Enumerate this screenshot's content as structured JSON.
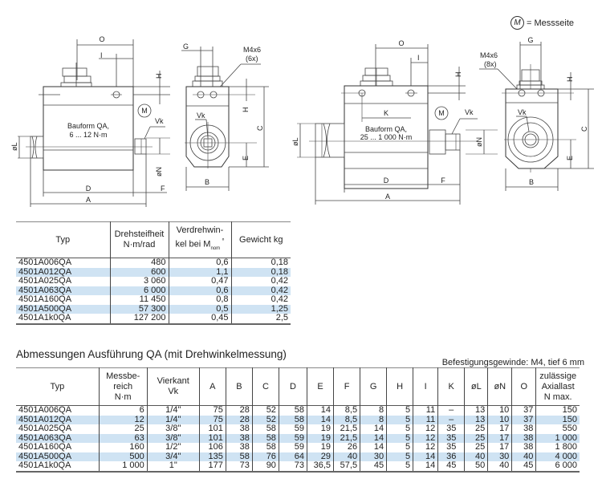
{
  "legend": {
    "symbol": "M",
    "text": "= Messseite"
  },
  "drawings": {
    "left": {
      "caption_line1": "Bauform QA,",
      "caption_line2": "6 ... 12 N·m",
      "dim_labels": {
        "O": "O",
        "I": "I",
        "H": "H",
        "M": "M",
        "Vk": "Vk",
        "oL": "øL",
        "oN": "øN",
        "D": "D",
        "F": "F",
        "A": "A"
      }
    },
    "left_side": {
      "dim_labels": {
        "G": "G",
        "thread": "M4x6",
        "thread_count": "(6x)",
        "H": "H",
        "Vk": "Vk",
        "C": "C",
        "E": "E",
        "B": "B"
      }
    },
    "right": {
      "caption_line1": "Bauform QA,",
      "caption_line2": "25 ... 1 000 N·m",
      "dim_labels": {
        "O": "O",
        "I": "I",
        "H": "H",
        "K": "K",
        "M": "M",
        "Vk": "Vk",
        "oL": "øL",
        "oN": "øN",
        "D": "D",
        "F": "F",
        "A": "A"
      }
    },
    "right_side": {
      "dim_labels": {
        "G": "G",
        "thread": "M4x6",
        "thread_count": "(8x)",
        "H": "H",
        "Vk": "Vk",
        "C": "C",
        "E": "E",
        "B": "B"
      }
    }
  },
  "table1": {
    "headers": [
      "Typ",
      "Drehsteifheit N·m/rad",
      "Verdrehwin-kel bei Mnom °",
      "Gewicht kg"
    ],
    "header_lines": {
      "typ": "Typ",
      "steif1": "Drehsteifheit",
      "steif2": "N·m/rad",
      "winkel1": "Verdrehwin-",
      "winkel2": "kel bei M",
      "winkel_sub": "nom",
      "winkel_unit": " °",
      "gewicht": "Gewicht kg"
    },
    "rows": [
      [
        "4501A006QA",
        "480",
        "0,6",
        "0,18"
      ],
      [
        "4501A012QA",
        "600",
        "1,1",
        "0,18"
      ],
      [
        "4501A025QA",
        "3 060",
        "0,47",
        "0,42"
      ],
      [
        "4501A063QA",
        "6 000",
        "0,6",
        "0,42"
      ],
      [
        "4501A160QA",
        "11 450",
        "0,8",
        "0,42"
      ],
      [
        "4501A500QA",
        "57 300",
        "0,5",
        "1,25"
      ],
      [
        "4501A1k0QA",
        "127 200",
        "0,45",
        "2,5"
      ]
    ]
  },
  "section_title": "Abmessungen Ausführung QA (mit Drehwinkelmessung)",
  "mounting_note": "Befestigungsgewinde: M4, tief 6 mm",
  "table2": {
    "header_lines": {
      "typ": "Typ",
      "mess1": "Messbe-",
      "mess2": "reich",
      "mess3": "N·m",
      "vk1": "Vierkant",
      "vk2": "Vk",
      "A": "A",
      "B": "B",
      "C": "C",
      "D": "D",
      "E": "E",
      "F": "F",
      "G": "G",
      "H": "H",
      "I": "I",
      "K": "K",
      "oL": "øL",
      "oN": "øN",
      "O": "O",
      "ax1": "zulässige",
      "ax2": "Axiallast",
      "ax3": "N max."
    },
    "rows": [
      [
        "4501A006QA",
        "6",
        "1/4\"",
        "75",
        "28",
        "52",
        "58",
        "14",
        "8,5",
        "8",
        "5",
        "11",
        "–",
        "13",
        "10",
        "37",
        "150"
      ],
      [
        "4501A012QA",
        "12",
        "1/4\"",
        "75",
        "28",
        "52",
        "58",
        "14",
        "8,5",
        "8",
        "5",
        "11",
        "–",
        "13",
        "10",
        "37",
        "150"
      ],
      [
        "4501A025QA",
        "25",
        "3/8\"",
        "101",
        "38",
        "58",
        "59",
        "19",
        "21,5",
        "14",
        "5",
        "12",
        "35",
        "25",
        "17",
        "38",
        "550"
      ],
      [
        "4501A063QA",
        "63",
        "3/8\"",
        "101",
        "38",
        "58",
        "59",
        "19",
        "21,5",
        "14",
        "5",
        "12",
        "35",
        "25",
        "17",
        "38",
        "1 000"
      ],
      [
        "4501A160QA",
        "160",
        "1/2\"",
        "106",
        "38",
        "58",
        "59",
        "19",
        "26",
        "14",
        "5",
        "12",
        "35",
        "25",
        "17",
        "38",
        "1 800"
      ],
      [
        "4501A500QA",
        "500",
        "3/4\"",
        "135",
        "58",
        "76",
        "64",
        "29",
        "40",
        "30",
        "5",
        "14",
        "36",
        "40",
        "30",
        "40",
        "4 000"
      ],
      [
        "4501A1k0QA",
        "1 000",
        "1\"",
        "177",
        "73",
        "90",
        "73",
        "36,5",
        "57,5",
        "45",
        "5",
        "14",
        "45",
        "50",
        "40",
        "45",
        "6 000"
      ]
    ]
  },
  "colors": {
    "row_highlight": "#cfe3f3",
    "rule": "#444444"
  }
}
